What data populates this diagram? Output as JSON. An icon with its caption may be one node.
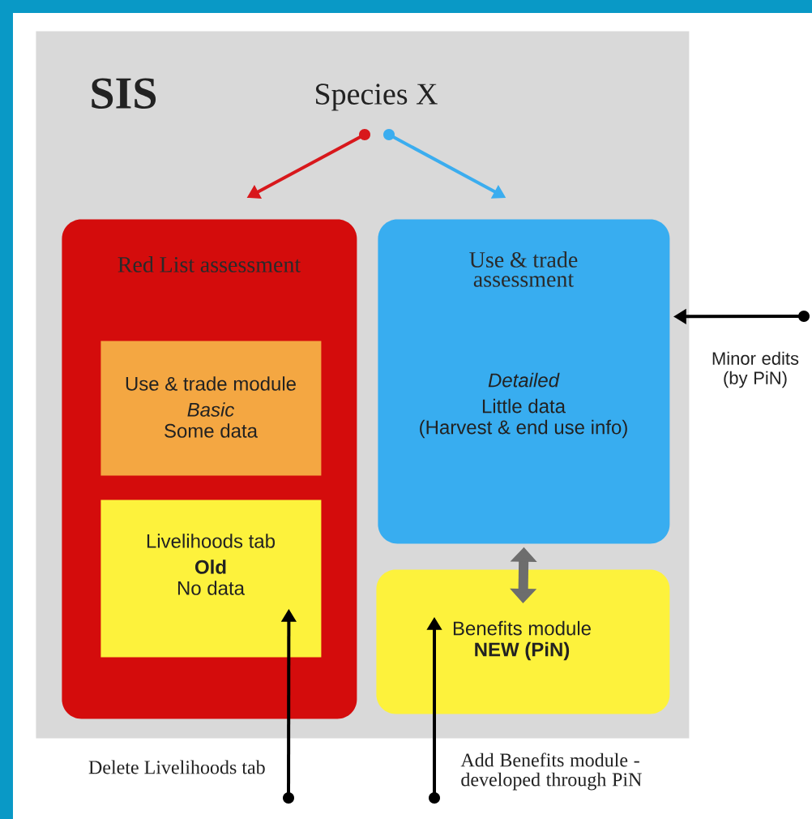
{
  "diagram": {
    "nodes": [
      {
        "text": [
          "SIS"
        ]
      },
      {
        "text": [
          "Species X"
        ],
        "in": 0
      },
      {
        "text": [
          "Red List assessment"
        ],
        "in": 0
      },
      {
        "text": [
          "Use & trade module",
          "Basic",
          "Some data"
        ],
        "in": 2
      },
      {
        "text": [
          "Livelihoods tab",
          "Old",
          "No data"
        ],
        "in": 2
      },
      {
        "text": [
          "Use & trade assessment",
          "Detailed",
          "Little data",
          "(Harvest & end use info)"
        ],
        "in": 0
      },
      {
        "text": [
          "Benefits module",
          "NEW (PiN)"
        ],
        "in": 0
      },
      {
        "text": [
          "Minor edits (by PiN)"
        ]
      },
      {
        "text": [
          "Delete Livelihoods tab"
        ]
      },
      {
        "text": [
          "Add Benefits module - developed through PiN"
        ]
      }
    ],
    "edges": [
      {
        "from": 1,
        "to": 2,
        "arrow": "to",
        "color": "#d8181c"
      },
      {
        "from": 1,
        "to": 5,
        "arrow": "to",
        "color": "#3badef"
      },
      {
        "from": 5,
        "to": 6,
        "arrow": "both",
        "style": "thick",
        "color": "#6d6d6d"
      },
      {
        "from": 7,
        "to": 5,
        "arrow": "to"
      },
      {
        "from": 8,
        "to": 4,
        "arrow": "to"
      },
      {
        "from": 9,
        "to": 6,
        "arrow": "to"
      }
    ]
  }
}
